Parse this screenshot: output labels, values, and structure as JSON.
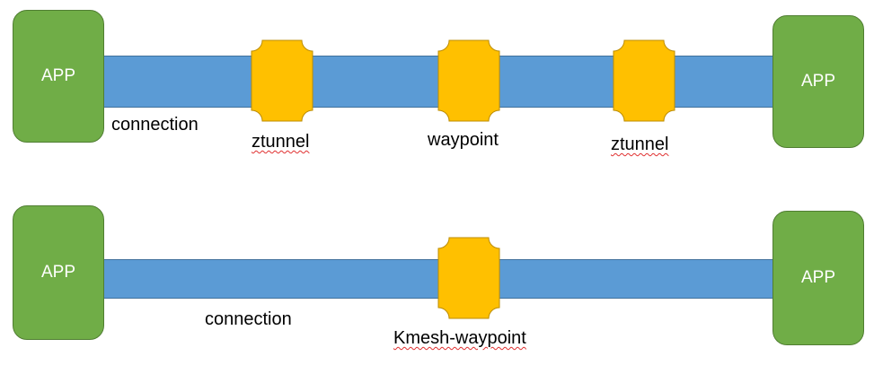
{
  "diagram1": {
    "left_app": "APP",
    "right_app": "APP",
    "connection_label": "connection",
    "nodes": [
      {
        "label": "ztunnel"
      },
      {
        "label": "waypoint"
      },
      {
        "label": "ztunnel"
      }
    ]
  },
  "diagram2": {
    "left_app": "APP",
    "right_app": "APP",
    "connection_label": "connection",
    "nodes": [
      {
        "label": "Kmesh-waypoint"
      }
    ]
  },
  "colors": {
    "pipe": "#5b9bd5",
    "pipe_border": "#41719c",
    "app": "#70ad47",
    "app_border": "#507e32",
    "node": "#ffc000",
    "node_border": "#bc8c00"
  }
}
